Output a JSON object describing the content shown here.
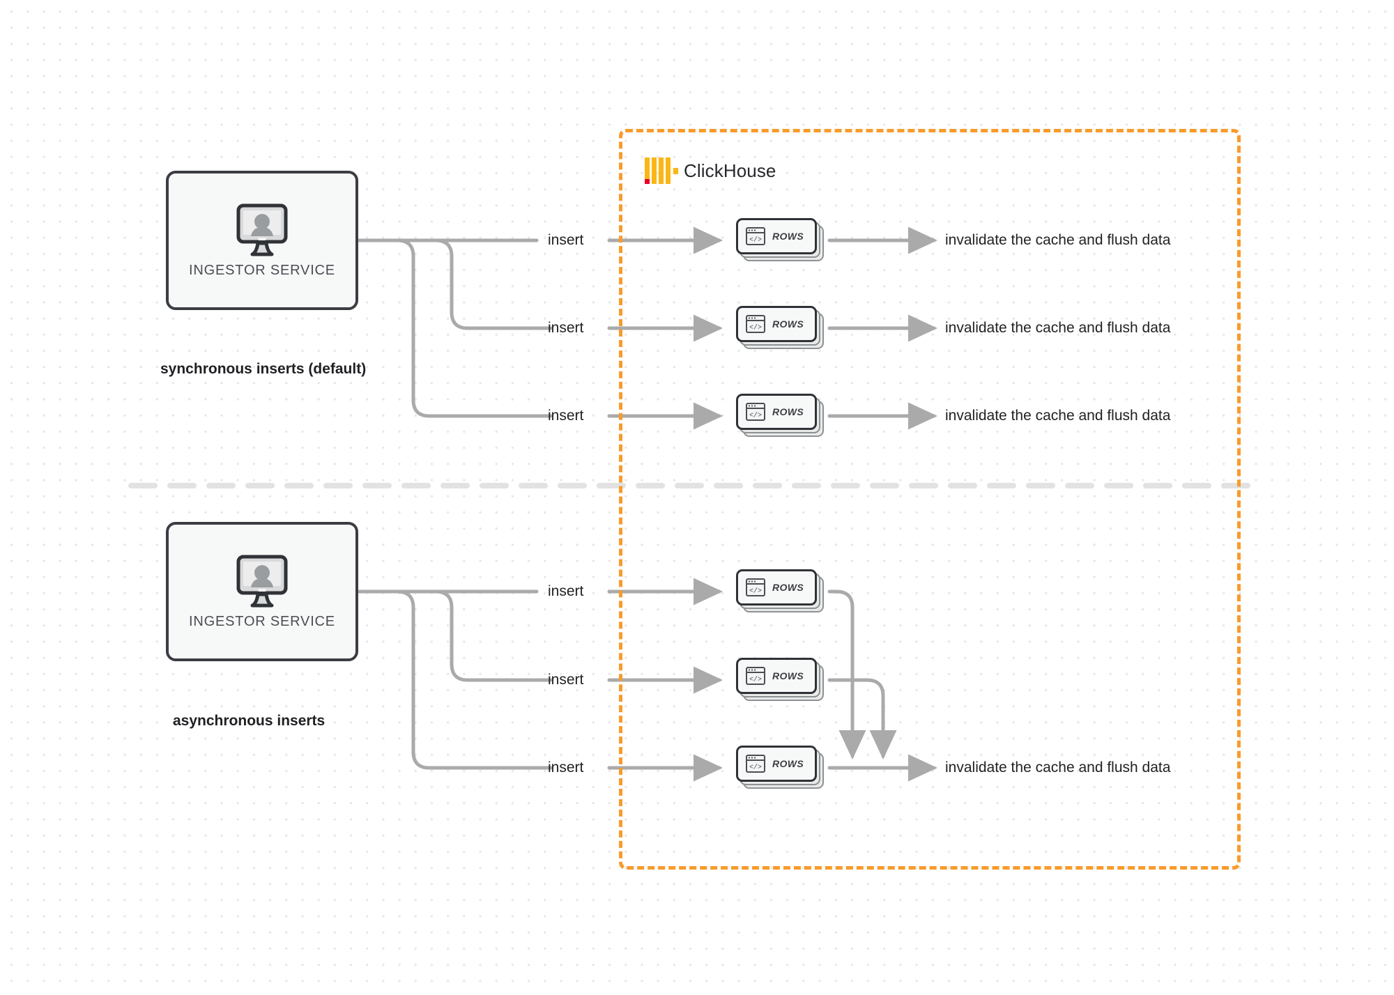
{
  "diagram": {
    "title": "ClickHouse synchronous vs asynchronous inserts",
    "colors": {
      "boundary_orange": "#f89b2b",
      "logo_yellow": "#fbb615",
      "logo_red": "#e8002a",
      "connector_gray": "#aaaaaa",
      "node_border": "#2f3236",
      "node_fill": "#f7f8f8",
      "text_dark": "#1f2023",
      "background": "#ffffff",
      "grid_dot": "#e8e6e6"
    }
  },
  "clickhouse_boundary": {
    "logo_name": "clickhouse-logo",
    "label": "ClickHouse"
  },
  "sections": [
    {
      "id": "synchronous",
      "caption": "synchronous inserts (default)",
      "service": {
        "label": "INGESTOR SERVICE",
        "icon": "monitor-user-icon"
      },
      "flows": [
        {
          "insert_label": "insert",
          "node_label": "ROWS",
          "node_icon": "code-window-icon",
          "result_label": "invalidate the cache and flush data"
        },
        {
          "insert_label": "insert",
          "node_label": "ROWS",
          "node_icon": "code-window-icon",
          "result_label": "invalidate the cache and flush data"
        },
        {
          "insert_label": "insert",
          "node_label": "ROWS",
          "node_icon": "code-window-icon",
          "result_label": "invalidate the cache and flush data"
        }
      ]
    },
    {
      "id": "asynchronous",
      "caption": "asynchronous inserts",
      "service": {
        "label": "INGESTOR SERVICE",
        "icon": "monitor-user-icon"
      },
      "flows": [
        {
          "insert_label": "insert",
          "node_label": "ROWS",
          "node_icon": "code-window-icon"
        },
        {
          "insert_label": "insert",
          "node_label": "ROWS",
          "node_icon": "code-window-icon"
        },
        {
          "insert_label": "insert",
          "node_label": "ROWS",
          "node_icon": "code-window-icon"
        }
      ],
      "merged_result_label": "invalidate the cache and flush data"
    }
  ]
}
